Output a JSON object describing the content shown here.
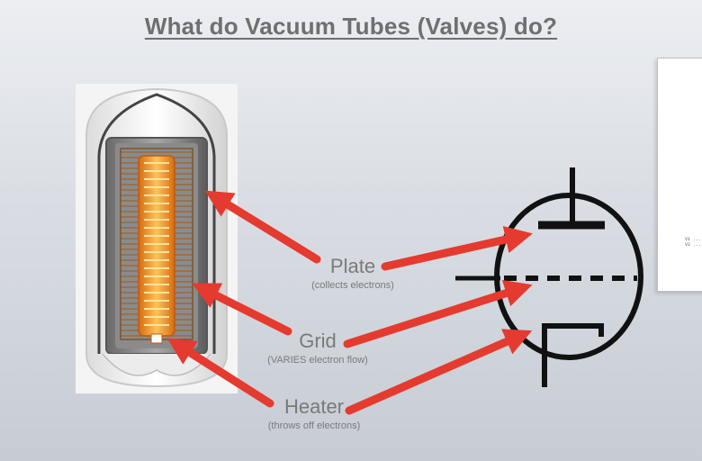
{
  "title": "What do Vacuum Tubes (Valves) do?",
  "labels": {
    "plate": {
      "name": "Plate",
      "desc": "(collects electrons)"
    },
    "grid": {
      "name": "Grid",
      "desc": "(VARIES electron flow)"
    },
    "heater": {
      "name": "Heater",
      "desc": "(throws off electrons)"
    }
  },
  "doc_snippet": {
    "line1": "V1 ...",
    "line2": "V2 ..."
  },
  "colors": {
    "arrow": "#e53a2f",
    "label_text": "#7a7a7a",
    "heater_glow": "#f29a2e",
    "symbol": "#111111"
  }
}
